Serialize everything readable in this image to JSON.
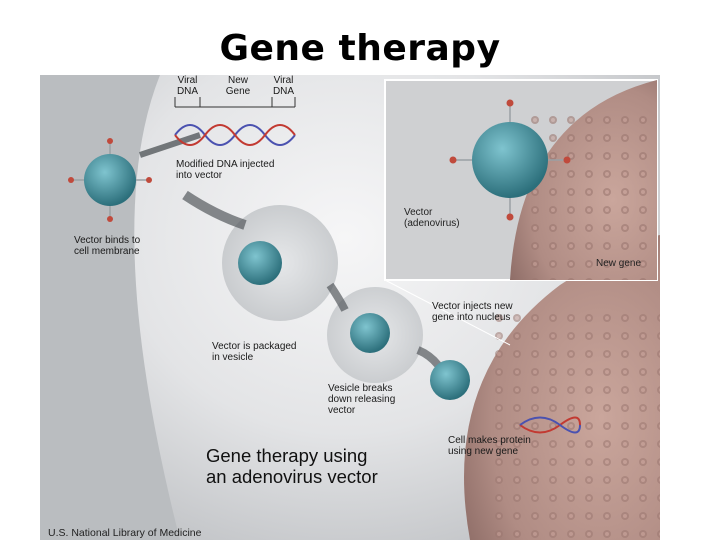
{
  "title": "Gene therapy",
  "figure": {
    "heading": "Gene therapy using\nan adenovirus vector",
    "credit": "U.S. National Library of Medicine",
    "dna_labels": {
      "viral_left": "Viral\nDNA",
      "new_gene": "New\nGene",
      "viral_right": "Viral\nDNA"
    },
    "steps": {
      "modified_dna": "Modified DNA injected\ninto vector",
      "binds": "Vector binds to\ncell membrane",
      "packaged": "Vector is packaged\nin vesicle",
      "vesicle_breaks": "Vesicle breaks\ndown releasing\nvector",
      "injects": "Vector injects new\ngene into nucleus",
      "protein": "Cell makes protein\nusing new gene"
    },
    "inset": {
      "vector": "Vector\n(adenovirus)",
      "new_gene": "New gene"
    },
    "colors": {
      "cell": "#e9eaec",
      "nucleus": "#b9948c",
      "virus": "#3f8b98",
      "spike_tip": "#c04a3c",
      "dna_red": "#c23a32",
      "dna_blue": "#4b52b0"
    }
  }
}
